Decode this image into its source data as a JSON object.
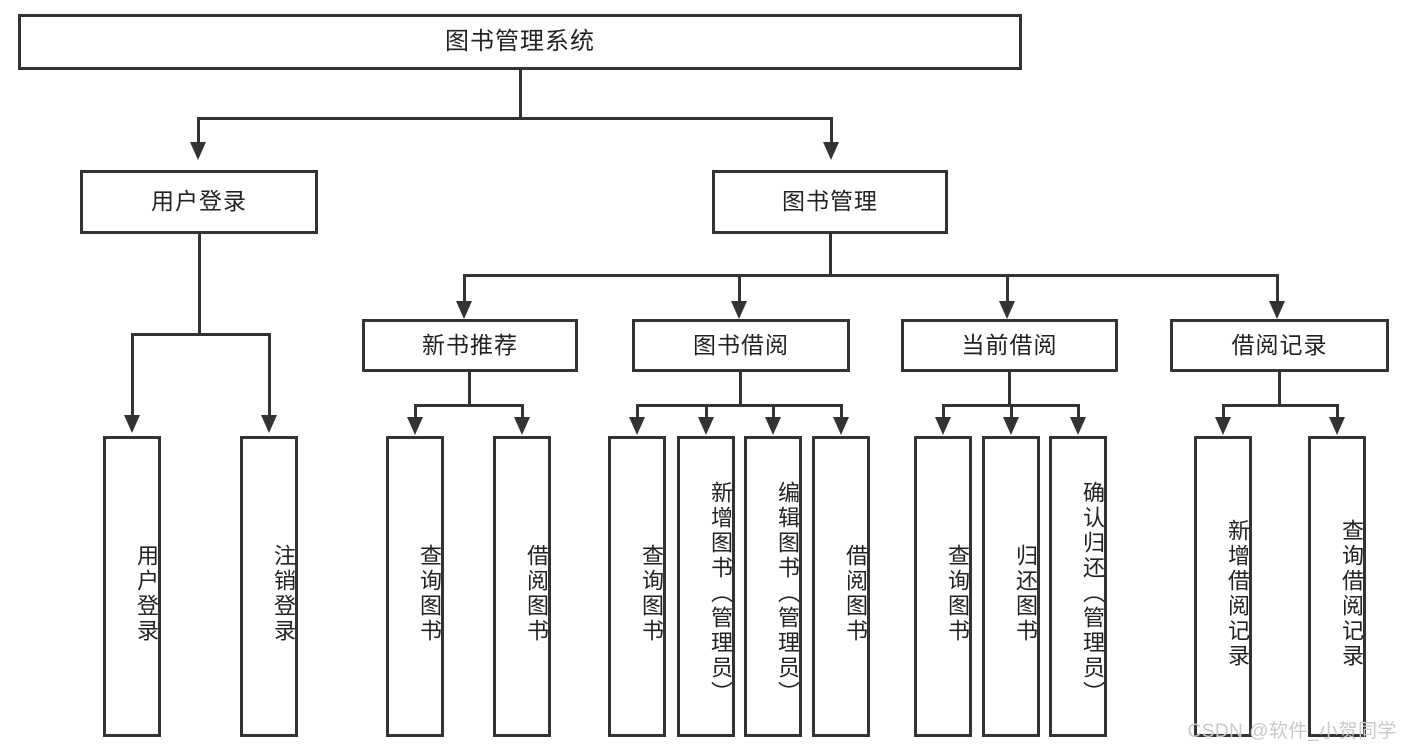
{
  "diagram": {
    "type": "tree",
    "title": "图书管理系统",
    "orientation": "top-down",
    "colors": {
      "stroke": "#333333",
      "fill": "#ffffff",
      "text": "#222222",
      "watermark": "#c9c9c9"
    },
    "root": {
      "label": "图书管理系统"
    },
    "level2": [
      {
        "label": "用户登录"
      },
      {
        "label": "图书管理"
      }
    ],
    "level3": [
      {
        "label": "新书推荐"
      },
      {
        "label": "图书借阅"
      },
      {
        "label": "当前借阅"
      },
      {
        "label": "借阅记录"
      }
    ],
    "leaves": {
      "user_login": [
        {
          "label": "用户登录"
        },
        {
          "label": "注销登录"
        }
      ],
      "new_book_recommend": [
        {
          "label": "查询图书"
        },
        {
          "label": "借阅图书"
        }
      ],
      "book_borrow": [
        {
          "label": "查询图书"
        },
        {
          "label": "新增图书（管理员）"
        },
        {
          "label": "编辑图书（管理员）"
        },
        {
          "label": "借阅图书"
        }
      ],
      "current_borrow": [
        {
          "label": "查询图书"
        },
        {
          "label": "归还图书"
        },
        {
          "label": "确认归还（管理员）"
        }
      ],
      "borrow_record": [
        {
          "label": "新增借阅记录"
        },
        {
          "label": "查询借阅记录"
        }
      ]
    }
  },
  "watermark": {
    "text": "CSDN @软件_小贺同学"
  }
}
